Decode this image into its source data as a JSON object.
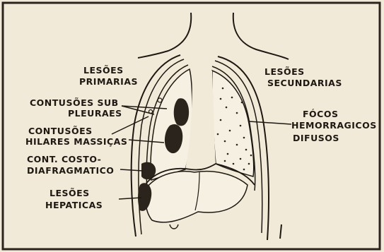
{
  "diagram": {
    "labels": {
      "lesoes_primarias": [
        "LESÕES",
        "PRIMARIAS"
      ],
      "contusoes_subpleurais": [
        "CONTUSÕES SUB",
        "PLEURAES"
      ],
      "contusoes_hilares": [
        "CONTUSÕES",
        "HILARES MASSIÇAS"
      ],
      "cont_costo_diafragmatico": [
        "CONT. COSTO-",
        "DIAFRAGMATICO"
      ],
      "lesoes_hepaticas": [
        "LESÕES",
        "HEPATICAS"
      ],
      "lesoes_secundarias": [
        "LESÕES",
        "SECUNDARIAS"
      ],
      "focos_hemorragicos": [
        "FÓCOS",
        "HEMORRAGICOS",
        "DIFUSOS"
      ]
    },
    "colors": {
      "paper": "#f2ead8",
      "ink": "#1d1812",
      "lesion": "#2a241c"
    }
  }
}
